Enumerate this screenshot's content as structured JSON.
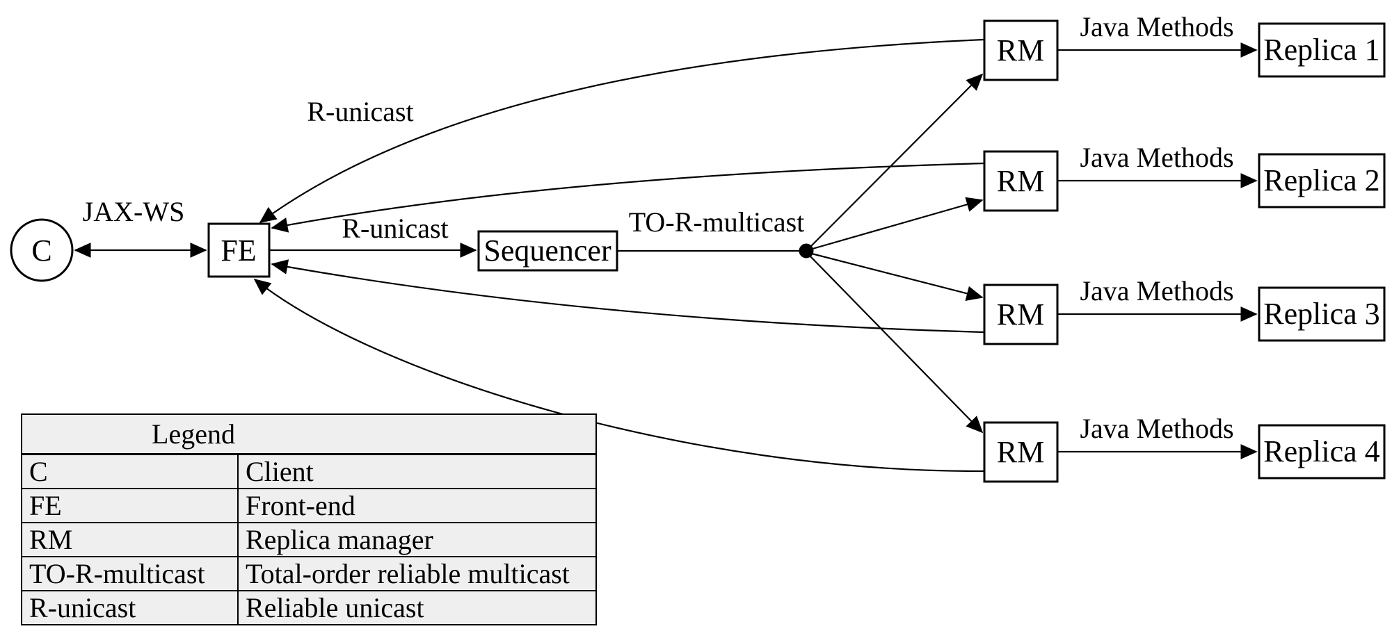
{
  "colors": {
    "stroke": "#000000",
    "background": "#ffffff",
    "legend_background": "#efefef"
  },
  "nodes": {
    "client": "C",
    "front_end": "FE",
    "sequencer": "Sequencer"
  },
  "labels": {
    "jax_ws": "JAX-WS",
    "r_unicast_top": "R-unicast",
    "r_unicast_mid": "R-unicast",
    "to_r_multicast": "TO-R-multicast",
    "java_methods": "Java Methods"
  },
  "rm_rows": [
    {
      "rm": "RM",
      "replica": "Replica 1"
    },
    {
      "rm": "RM",
      "replica": "Replica 2"
    },
    {
      "rm": "RM",
      "replica": "Replica 3"
    },
    {
      "rm": "RM",
      "replica": "Replica 4"
    }
  ],
  "legend": {
    "header": "Legend",
    "rows": [
      {
        "key": "C",
        "value": "Client"
      },
      {
        "key": "FE",
        "value": "Front-end"
      },
      {
        "key": "RM",
        "value": "Replica manager"
      },
      {
        "key": "TO-R-multicast",
        "value": "Total-order reliable multicast"
      },
      {
        "key": "R-unicast",
        "value": "Reliable unicast"
      }
    ]
  }
}
